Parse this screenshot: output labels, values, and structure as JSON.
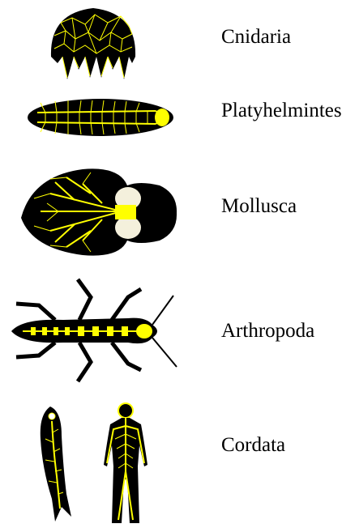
{
  "phyla": [
    {
      "name": "Cnidaria",
      "icon": "jellyfish-nerve-net-icon"
    },
    {
      "name": "Platyhelmintes",
      "icon": "flatworm-nervous-system-icon"
    },
    {
      "name": "Mollusca",
      "icon": "mollusc-nervous-system-icon"
    },
    {
      "name": "Arthropoda",
      "icon": "insect-nervous-system-icon"
    },
    {
      "name": "Cordata",
      "icon": "vertebrate-nervous-system-icon"
    }
  ],
  "colors": {
    "body": "#000000",
    "nerve": "#ffff00",
    "background": "#ffffff",
    "ganglion_light": "#f4f0dc"
  }
}
